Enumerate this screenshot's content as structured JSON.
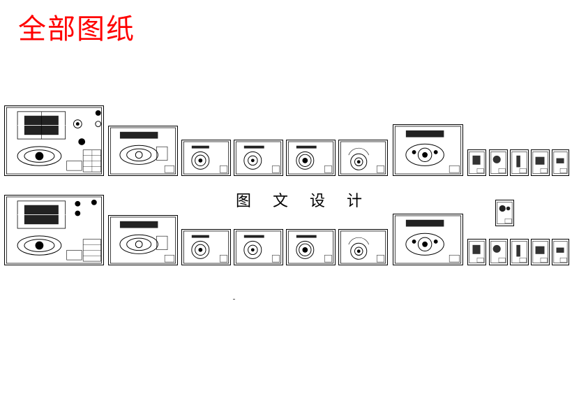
{
  "page": {
    "title": "全部图纸",
    "watermark": "图 文 设 计",
    "title_color": "#ff0000"
  },
  "drawings": {
    "row1": [
      "assembly",
      "wide-plan",
      "round",
      "round",
      "round",
      "round",
      "wide-plan",
      "small",
      "small",
      "small",
      "small",
      "small"
    ],
    "row2": [
      "assembly",
      "wide-plan",
      "round",
      "round",
      "round",
      "round",
      "wide-plan",
      "small",
      "small",
      "small",
      "small",
      "small"
    ],
    "extra": [
      "small-round"
    ]
  }
}
